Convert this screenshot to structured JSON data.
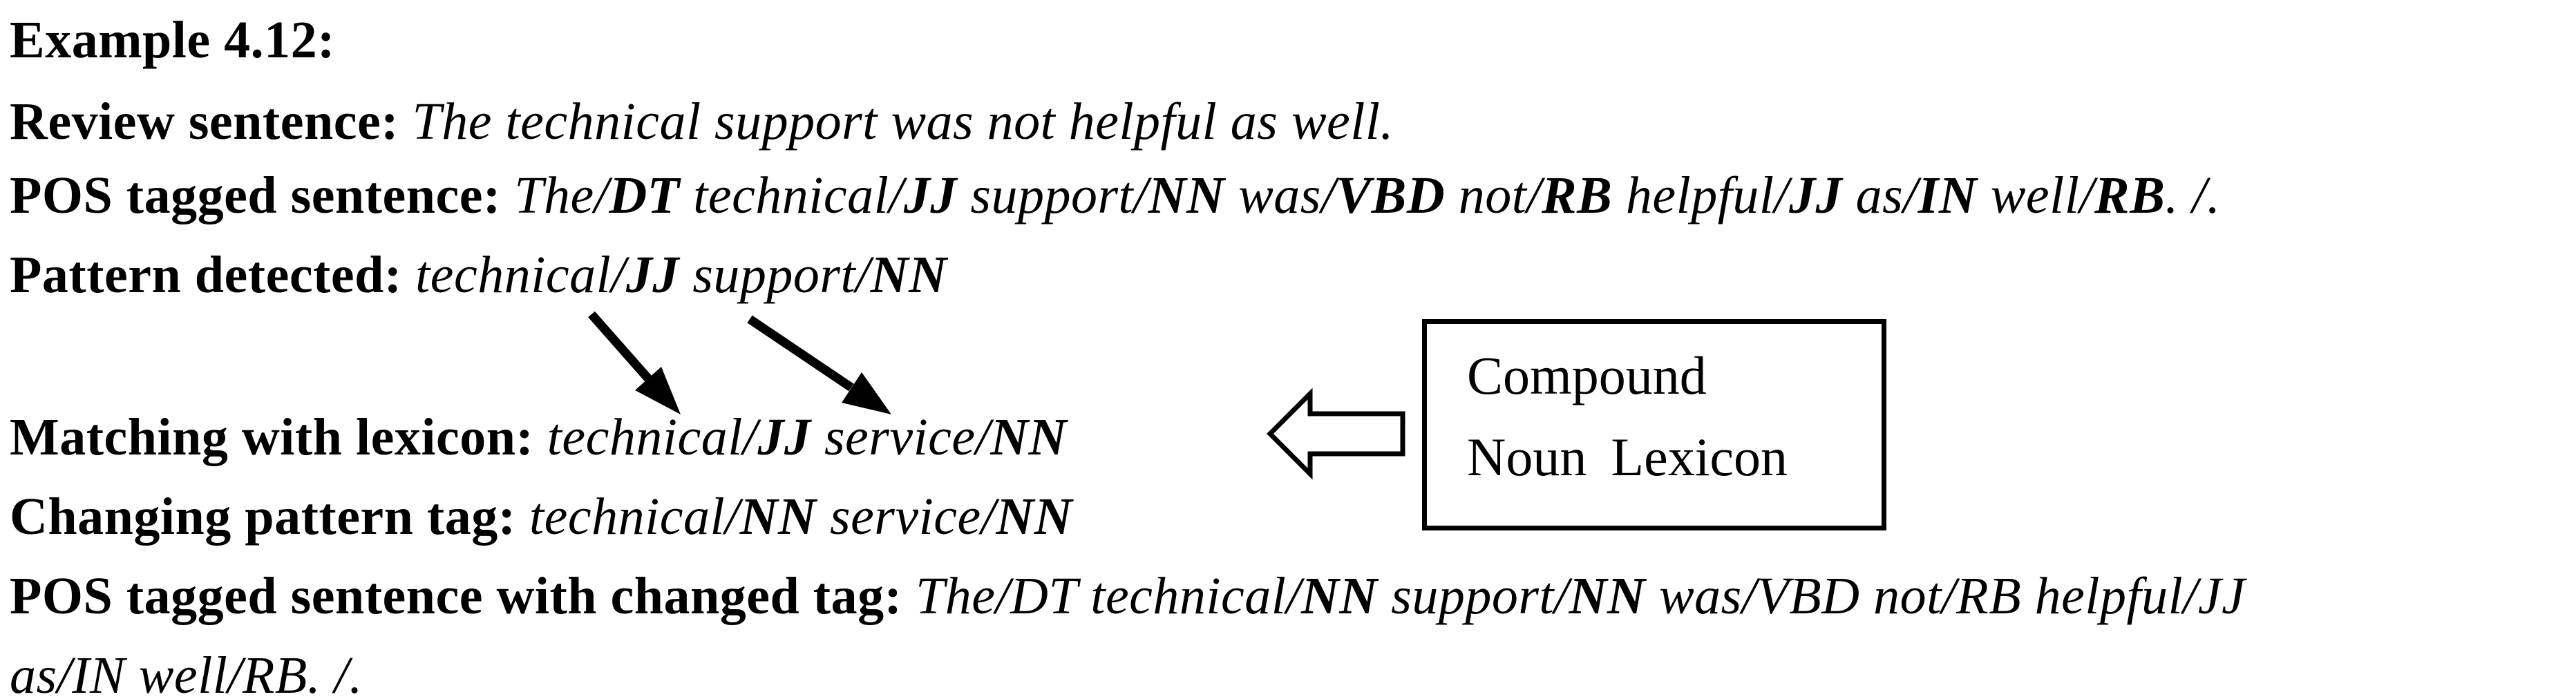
{
  "colors": {
    "text": "#000000",
    "background": "#ffffff",
    "arrow": "#000000",
    "box_border": "#000000"
  },
  "lines": [
    {
      "id": "example-header",
      "runs": [
        {
          "t": "Example 4.12:",
          "b": true,
          "i": false
        }
      ]
    },
    {
      "id": "review-sentence",
      "runs": [
        {
          "t": "Review sentence: ",
          "b": true,
          "i": false
        },
        {
          "t": "The technical support was not helpful as well.",
          "b": false,
          "i": true
        }
      ]
    },
    {
      "id": "pos-tagged-sentence",
      "runs": [
        {
          "t": "POS tagged sentence: ",
          "b": true,
          "i": false
        },
        {
          "t": "The/",
          "b": false,
          "i": true
        },
        {
          "t": "DT",
          "b": true,
          "i": true
        },
        {
          "t": " technical/",
          "b": false,
          "i": true
        },
        {
          "t": "JJ",
          "b": true,
          "i": true
        },
        {
          "t": " support/",
          "b": false,
          "i": true
        },
        {
          "t": "NN",
          "b": true,
          "i": true
        },
        {
          "t": " was/",
          "b": false,
          "i": true
        },
        {
          "t": "VBD",
          "b": true,
          "i": true
        },
        {
          "t": " not/",
          "b": false,
          "i": true
        },
        {
          "t": "RB",
          "b": true,
          "i": true
        },
        {
          "t": " helpful/",
          "b": false,
          "i": true
        },
        {
          "t": "JJ",
          "b": true,
          "i": true
        },
        {
          "t": " as/",
          "b": false,
          "i": true
        },
        {
          "t": "IN",
          "b": true,
          "i": true
        },
        {
          "t": " well/",
          "b": false,
          "i": true
        },
        {
          "t": "RB",
          "b": true,
          "i": true
        },
        {
          "t": ". /.",
          "b": false,
          "i": true
        }
      ]
    },
    {
      "id": "pattern-detected",
      "runs": [
        {
          "t": "Pattern detected: ",
          "b": true,
          "i": false
        },
        {
          "t": "technical/",
          "b": false,
          "i": true
        },
        {
          "t": "JJ",
          "b": true,
          "i": true
        },
        {
          "t": " support/",
          "b": false,
          "i": true
        },
        {
          "t": "NN",
          "b": true,
          "i": true
        }
      ]
    },
    {
      "id": "matching-with-lexicon",
      "runs": [
        {
          "t": "Matching with lexicon: ",
          "b": true,
          "i": false
        },
        {
          "t": "technical/",
          "b": false,
          "i": true
        },
        {
          "t": "JJ",
          "b": true,
          "i": true
        },
        {
          "t": " service/",
          "b": false,
          "i": true
        },
        {
          "t": "NN",
          "b": true,
          "i": true
        }
      ]
    },
    {
      "id": "changing-pattern-tag",
      "runs": [
        {
          "t": "Changing pattern tag: ",
          "b": true,
          "i": false
        },
        {
          "t": "technical/",
          "b": false,
          "i": true
        },
        {
          "t": "NN",
          "b": true,
          "i": true
        },
        {
          "t": " service/",
          "b": false,
          "i": true
        },
        {
          "t": "NN",
          "b": true,
          "i": true
        }
      ]
    },
    {
      "id": "pos-tagged-changed",
      "runs": [
        {
          "t": "POS tagged sentence with changed tag: ",
          "b": true,
          "i": false
        },
        {
          "t": "The/DT technical/",
          "b": false,
          "i": true
        },
        {
          "t": "NN",
          "b": true,
          "i": true
        },
        {
          "t": " support/",
          "b": false,
          "i": true
        },
        {
          "t": "NN",
          "b": true,
          "i": true
        },
        {
          "t": " was/VBD not/RB helpful/JJ",
          "b": false,
          "i": true
        }
      ]
    },
    {
      "id": "pos-tagged-changed-cont",
      "runs": [
        {
          "t": "as/IN well/RB. /.",
          "b": false,
          "i": true
        }
      ]
    }
  ],
  "lexicon_box": {
    "line1": "Compound",
    "line2": "Noun Lexicon"
  }
}
